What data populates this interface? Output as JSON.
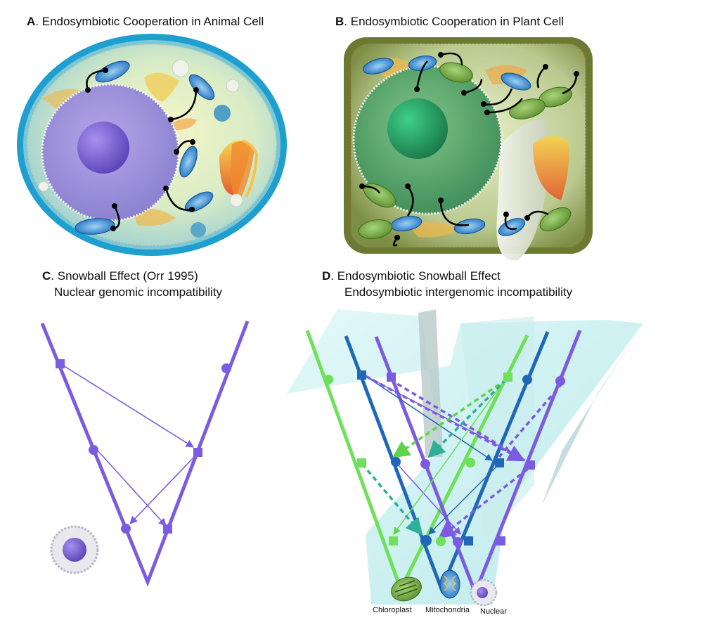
{
  "panel_a": {
    "letter": "A",
    "title": ". Endosymbiotic Cooperation in Animal Cell"
  },
  "panel_b": {
    "letter": "B",
    "title": ". Endosymbiotic Cooperation in Plant Cell"
  },
  "panel_c": {
    "letter": "C",
    "title": ". Snowball Effect (Orr 1995)",
    "subtitle": "Nuclear genomic incompatibility"
  },
  "panel_d": {
    "letter": "D",
    "title": ". Endosymbiotic Snowball Effect",
    "subtitle": "Endosymbiotic intergenomic incompatibility"
  },
  "legend": {
    "chloroplast": "Chloroplast",
    "mitochondria": "Mitochondria",
    "nuclear": "Nuclear"
  },
  "colors": {
    "nuclear": "#7b5ce0",
    "mitochondria": "#1f67b8",
    "chloroplast": "#6fe05a",
    "cell_membrane": "#1ba7d6",
    "plant_wall": "#5b6b2a"
  }
}
